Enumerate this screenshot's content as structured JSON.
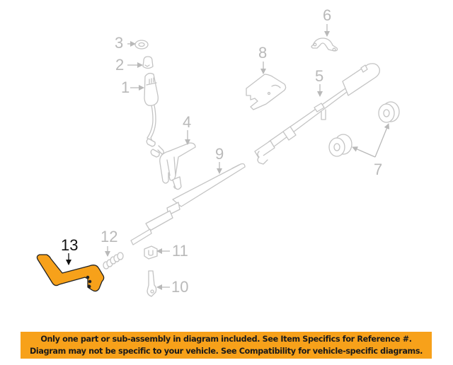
{
  "diagram": {
    "title": "Steering column exploded parts diagram",
    "highlight_color": "#f7a11a",
    "line_color": "#c4c4c4",
    "callouts": [
      {
        "number": "1",
        "part": "shift-lever-knob-sleeve",
        "highlighted": false
      },
      {
        "number": "2",
        "part": "knob-cap",
        "highlighted": false
      },
      {
        "number": "3",
        "part": "nut",
        "highlighted": false
      },
      {
        "number": "4",
        "part": "shift-bracket",
        "highlighted": false
      },
      {
        "number": "5",
        "part": "steering-column-tube",
        "highlighted": false
      },
      {
        "number": "6",
        "part": "clamp",
        "highlighted": false
      },
      {
        "number": "7",
        "part": "bushings",
        "highlighted": false
      },
      {
        "number": "8",
        "part": "mount-bracket",
        "highlighted": false
      },
      {
        "number": "9",
        "part": "shaft",
        "highlighted": false
      },
      {
        "number": "10",
        "part": "link",
        "highlighted": false
      },
      {
        "number": "11",
        "part": "clip",
        "highlighted": false
      },
      {
        "number": "12",
        "part": "spring",
        "highlighted": false
      },
      {
        "number": "13",
        "part": "lever-arm",
        "highlighted": true
      }
    ]
  },
  "banner": {
    "line1": "Only one part or sub-assembly in diagram included. See Item Specifics for Reference #.",
    "line2": "Diagram may not be specific to your vehicle. See Compatibility for vehicle-specific diagrams.",
    "background": "#f7a11a"
  }
}
